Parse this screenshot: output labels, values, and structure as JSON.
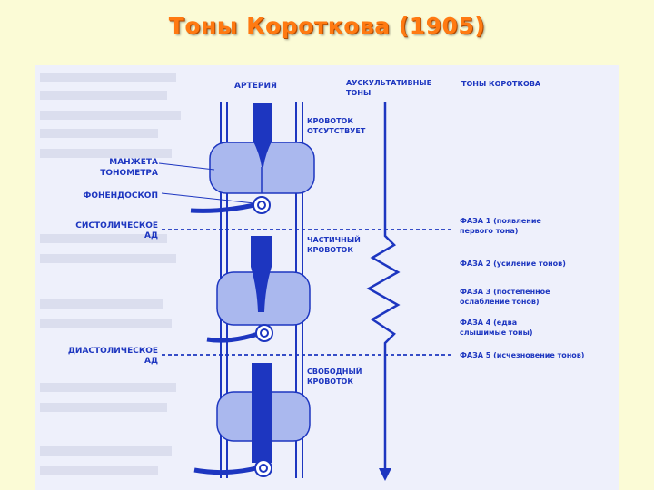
{
  "title": "Тоны Короткова (1905)",
  "colors": {
    "background": "#fbfbd6",
    "title": "#ff7a12",
    "figure_bg": "#eef0fb",
    "ink": "#1d36c0",
    "cuff": "#aab8ee"
  },
  "figure": {
    "headers": {
      "artery": "АРТЕРИЯ",
      "auscultatory_1": "АУСКУЛЬТАТИВНЫЕ",
      "auscultatory_2": "ТОНЫ",
      "korotkov": "ТОНЫ КОРОТКОВА"
    },
    "left_labels": {
      "cuff_1": "МАНЖЕТА",
      "cuff_2": "ТОНОМЕТРА",
      "phonendoscope": "ФОНЕНДОСКОП",
      "systolic_1": "СИСТОЛИЧЕСКОЕ",
      "systolic_2": "АД",
      "diastolic_1": "ДИАСТОЛИЧЕСКОЕ",
      "diastolic_2": "АД"
    },
    "flow_labels": {
      "none_1": "КРОВОТОК",
      "none_2": "ОТСУТСТВУЕТ",
      "partial_1": "ЧАСТИЧНЫЙ",
      "partial_2": "КРОВОТОК",
      "free_1": "СВОБОДНЫЙ",
      "free_2": "КРОВОТОК"
    },
    "phases": {
      "p1_a": "ФАЗА 1 (появление",
      "p1_b": "первого тона)",
      "p2": "ФАЗА 2 (усиление тонов)",
      "p3_a": "ФАЗА 3 (постепенное",
      "p3_b": "ослабление тонов)",
      "p4_a": "ФАЗА 4 (едва",
      "p4_b": "слышимые тоны)",
      "p5": "ФАЗА 5 (исчезновение тонов)"
    }
  }
}
